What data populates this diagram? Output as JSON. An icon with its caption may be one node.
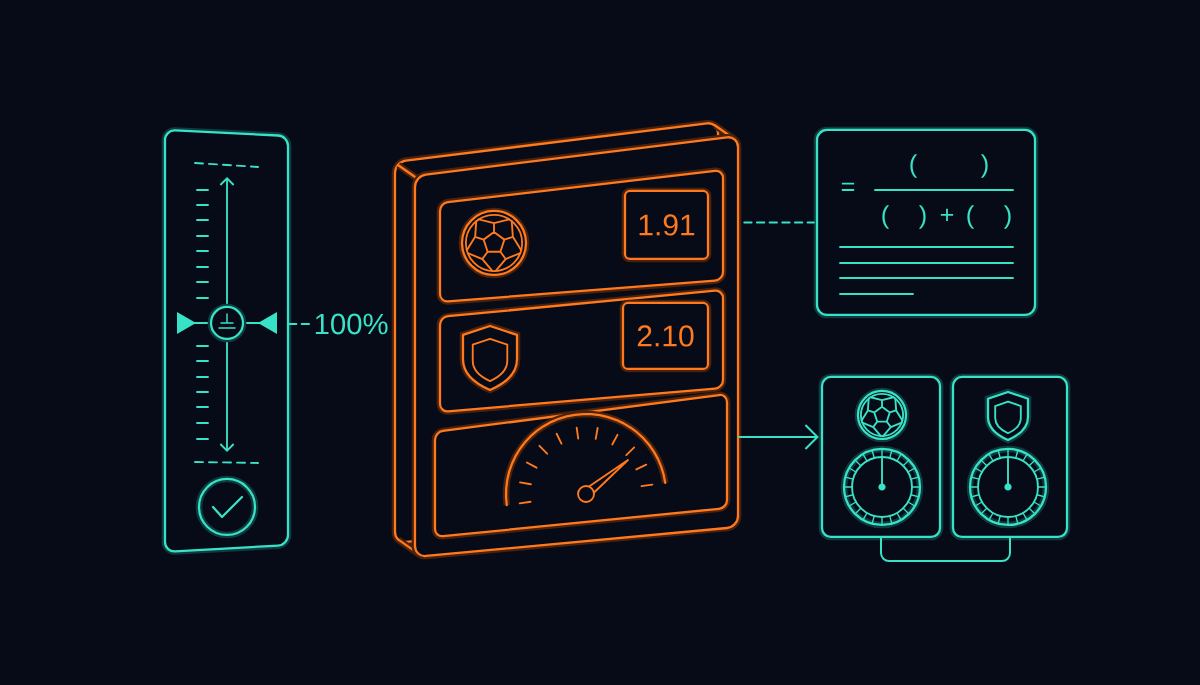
{
  "diagram": {
    "nodes": [
      {
        "text": [],
        "shape": "box"
      },
      {
        "text": [
          "100%"
        ]
      },
      {
        "text": [],
        "shape": "box"
      },
      {
        "text": [],
        "shape": "box",
        "in": 2
      },
      {
        "text": [
          "1.91"
        ],
        "in": 3
      },
      {
        "text": [],
        "shape": "box",
        "in": 2
      },
      {
        "text": [
          "2.10"
        ],
        "in": 5
      },
      {
        "text": [],
        "shape": "box",
        "in": 2
      },
      {
        "text": [
          "=",
          "(",
          ")",
          "(",
          ")",
          "+",
          "(",
          ")"
        ]
      },
      {
        "text": [],
        "shape": "box"
      },
      {
        "text": [],
        "shape": "box"
      }
    ],
    "edges": [
      {
        "from": 1,
        "to": 0,
        "arrow": "none",
        "style": "dashed"
      },
      {
        "from": 2,
        "to": 8,
        "arrow": "none",
        "style": "dashed"
      },
      {
        "from": 7,
        "to": 9,
        "arrow": "to"
      },
      {
        "from": 9,
        "to": 10,
        "arrow": "none"
      }
    ]
  }
}
